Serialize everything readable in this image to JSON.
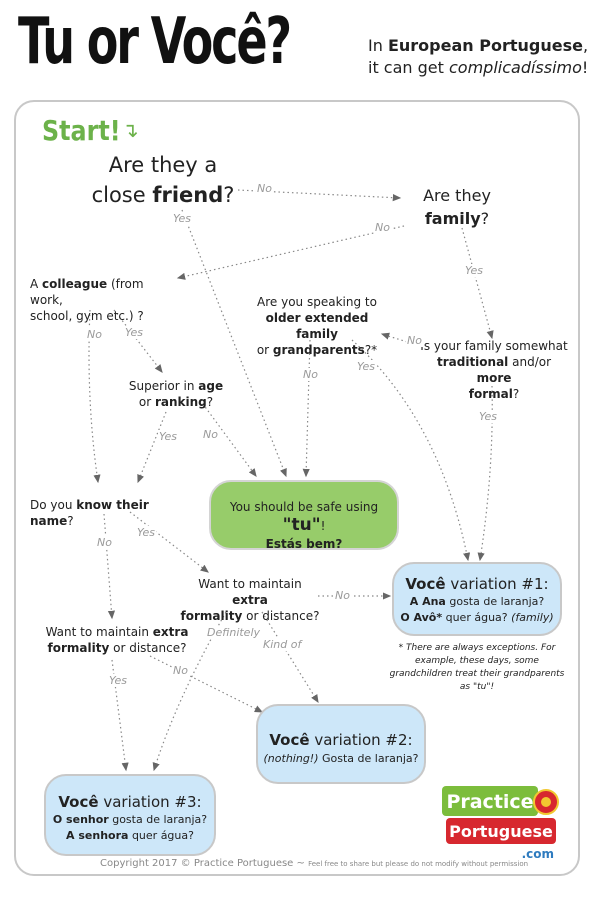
{
  "header": {
    "title": "Tu or Você?",
    "subtitle_pre": "In ",
    "subtitle_bold": "European Portuguese",
    "subtitle_mid": ",\nit can get ",
    "subtitle_italic": "complicadíssimo",
    "subtitle_end": "!"
  },
  "start": {
    "label": "Start!",
    "arrow": "↴"
  },
  "questions": {
    "q1": {
      "pre": "Are they a\nclose ",
      "bold": "friend",
      "post": "?"
    },
    "q2": {
      "pre": "Are they\n",
      "bold": "family",
      "post": "?"
    },
    "q3": {
      "pre": "A ",
      "bold": "colleague",
      "post": " (from work,\nschool, gym etc.) ?"
    },
    "q4": {
      "pre": "Are you speaking to\n",
      "bold1": "older extended family",
      "mid": "\nor ",
      "bold2": "grandparents",
      "post": "?*"
    },
    "q5": {
      "pre": "Is your family somewhat\n",
      "bold1": "traditional",
      "mid": " and/or ",
      "bold2": "more\nformal",
      "post": "?"
    },
    "q6": {
      "pre": "Superior in ",
      "bold1": "age",
      "mid": "\nor ",
      "bold2": "ranking",
      "post": "?"
    },
    "q7": {
      "pre": "Do you ",
      "bold": "know their name",
      "post": "?"
    },
    "q8": {
      "pre": "Want to maintain ",
      "bold1": "extra\nformality",
      "post": " or distance?"
    },
    "q9": {
      "pre": "Want to maintain ",
      "bold1": "extra\nformality",
      "post": " or distance?"
    }
  },
  "edge_labels": {
    "q1_no": "No",
    "q1_yes": "Yes",
    "q2_no": "No",
    "q2_yes": "Yes",
    "q3_no": "No",
    "q3_yes": "Yes",
    "q4_no": "No",
    "q4_yes": "Yes",
    "q5_no": "No",
    "q5_yes": "Yes",
    "q6_yes": "Yes",
    "q6_no": "No",
    "q7_yes": "Yes",
    "q7_no": "No",
    "q8_no": "No",
    "q8_definitely": "Definitely",
    "q8_kindof": "Kind of",
    "q9_yes": "Yes",
    "q9_no": "No"
  },
  "outcomes": {
    "safe": {
      "line1_pre": "You should be safe using ",
      "line1_big": "\"tu\"",
      "line1_post": "!",
      "line2": "Estás bem?"
    },
    "v1": {
      "title_bold": "Você",
      "title_rest": " variation #1:",
      "l1_bold": "A Ana",
      "l1_rest": " gosta de laranja?",
      "l2_bold": "O Avô*",
      "l2_rest": " quer água? ",
      "l2_italic": "(family)"
    },
    "v2": {
      "title_bold": "Você",
      "title_rest": " variation #2:",
      "l1_italic": "(nothing!)",
      "l1_rest": " Gosta de laranja?"
    },
    "v3": {
      "title_bold": "Você",
      "title_rest": " variation #3:",
      "l1_bold": "O senhor",
      "l1_rest": " gosta de laranja?",
      "l2_bold": "A senhora",
      "l2_rest": " quer água?"
    }
  },
  "note": "* There are always exceptions. For example, these days, some grandchildren treat their grandparents as \"tu\"!",
  "footer": {
    "copyright": "Copyright 2017 © Practice Portuguese",
    "sep": " ~ ",
    "permission": "Feel free to share but please do not modify without permission"
  },
  "logo": {
    "line1": "Practice",
    "line2": "Portuguese",
    "line3": ".com"
  },
  "colors": {
    "green": "#6cb24a",
    "safe_box": "#97cc6a",
    "voce_box": "#cde7f9",
    "logo_green": "#7cbd3c",
    "logo_red": "#d7282f"
  }
}
